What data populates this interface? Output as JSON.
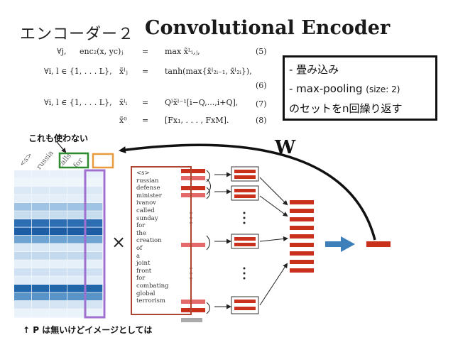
{
  "header": {
    "jp_title": "エンコーダー２",
    "en_title": "Convolutional Encoder"
  },
  "equations": {
    "rows": [
      {
        "cond": "∀j,",
        "lhs": "enc₂(x, yc)ⱼ",
        "eq": "=",
        "rhs": "max x̃ᴸᵢ,ⱼ,",
        "num": "(5)"
      },
      {
        "cond": "∀i, l ∈ {1, . . . L},",
        "lhs": "x̃ˡⱼ",
        "eq": "=",
        "rhs": "tanh(max{x̄ˡ₂ᵢ₋₁, x̄ˡ₂ᵢ}),",
        "num": "(6)"
      },
      {
        "cond": "∀i, l ∈ {1, . . . L},",
        "lhs": "x̄ˡᵢ",
        "eq": "=",
        "rhs": "Qˡx̃ˡ⁻¹[i−Q,...,i+Q],",
        "num": "(7)"
      },
      {
        "cond": "",
        "lhs": "x̃⁰",
        "eq": "=",
        "rhs": "[Fx₁, . . . , FxM].",
        "num": "(8)"
      }
    ]
  },
  "note": {
    "line1": "-  畳み込み",
    "line2_main": "-  max-pooling ",
    "line2_small": "(size: 2)",
    "line3": "のセットをn回繰り返す"
  },
  "annotation": {
    "unused": "これも使わない",
    "bottom": "↑ P は無いけどイメージとしては"
  },
  "matrix": {
    "columns": [
      "<s>",
      "russia",
      "calls",
      "for"
    ]
  },
  "W_label": "W",
  "times_symbol": "×",
  "words": [
    "<s>",
    "russian",
    "defense",
    "minister",
    "ivanov",
    "called",
    "sunday",
    "for",
    "the",
    "creation",
    "of",
    "a",
    "joint",
    "front",
    "for",
    "combating",
    "global",
    "terrorism"
  ],
  "colors": {
    "red_bar": "#c9311d",
    "pink_bar": "#e46a6a",
    "green_box": "#2e8a2e",
    "orange_box": "#e89a3c",
    "purple_box": "#a070d0",
    "blue_arrow": "#3d7fb8",
    "word_box": "#b0452f"
  }
}
